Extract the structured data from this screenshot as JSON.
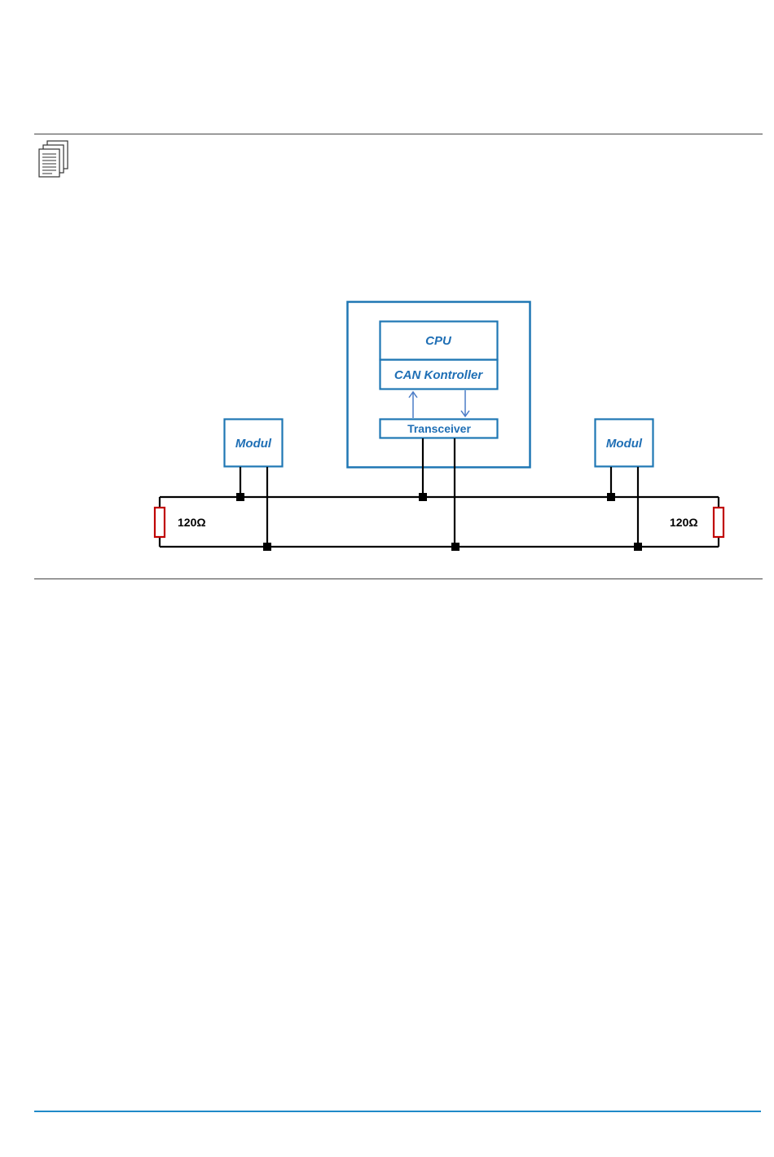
{
  "diagram": {
    "cpu_label": "CPU",
    "can_controller_label": "CAN Kontroller",
    "transceiver_label": "Transceiver",
    "module_left_label": "Modul",
    "module_right_label": "Modul",
    "resistor_left_label": "120Ω",
    "resistor_right_label": "120Ω"
  },
  "colors": {
    "box_blue": "#1f77b4",
    "text_blue": "#1f6fb5",
    "wire": "#000000",
    "resistor": "#c00000",
    "footer_rule": "#1f8ac8"
  },
  "icons": {
    "note": "document-stack-icon"
  }
}
